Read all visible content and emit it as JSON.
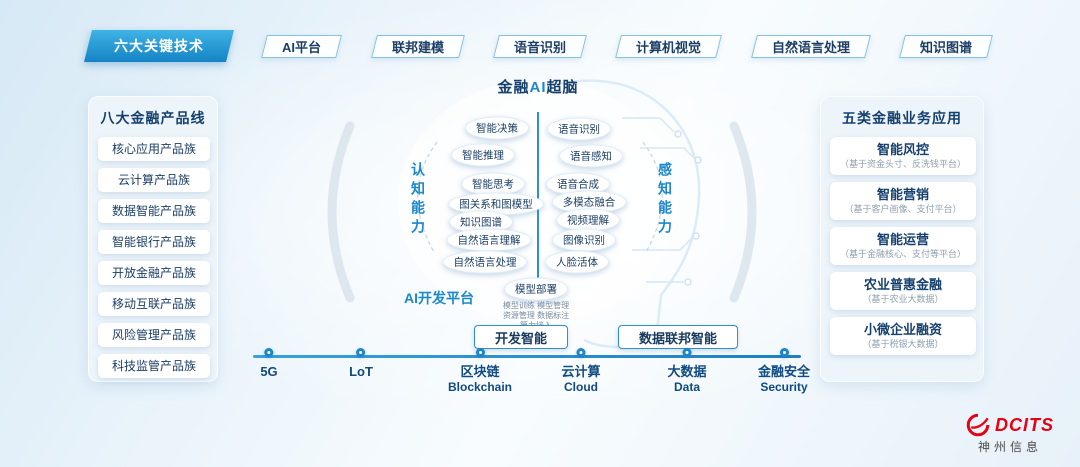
{
  "colors": {
    "accent_blue": "#1c87c9",
    "navy": "#14406e",
    "brand_red": "#e60012"
  },
  "top_bar": {
    "lead_button": "六大关键技术",
    "tabs": [
      "AI平台",
      "联邦建模",
      "语音识别",
      "计算机视觉",
      "自然语言处理",
      "知识图谱"
    ]
  },
  "left_panel": {
    "title": "八大金融产品线",
    "items": [
      "核心应用产品族",
      "云计算产品族",
      "数据智能产品族",
      "智能银行产品族",
      "开放金融产品族",
      "移动互联产品族",
      "风险管理产品族",
      "科技监管产品族"
    ]
  },
  "right_panel": {
    "title": "五类金融业务应用",
    "items": [
      {
        "title": "智能风控",
        "subtitle": "（基于资金头寸、反洗钱平台）"
      },
      {
        "title": "智能营销",
        "subtitle": "（基于客户画像、支付平台）"
      },
      {
        "title": "智能运营",
        "subtitle": "（基于金融核心、支付等平台）"
      },
      {
        "title": "农业普惠金融",
        "subtitle": "（基于农业大数据）"
      },
      {
        "title": "小微企业融资",
        "subtitle": "（基于税银大数据）"
      }
    ]
  },
  "center": {
    "title_pre": "金融",
    "title_mid": "AI",
    "title_post": "超脑",
    "left_label": "认知能力",
    "right_label": "感知能力",
    "left_bubbles": [
      "智能决策",
      "智能推理",
      "智能思考",
      "图关系和图模型",
      "知识图谱",
      "自然语言理解",
      "自然语言处理"
    ],
    "right_bubbles": [
      "语音识别",
      "语音感知",
      "语音合成",
      "多模态融合",
      "视频理解",
      "图像识别",
      "人脸活体"
    ],
    "platform_label": "AI开发平台",
    "deploy_bubble": "模型部署",
    "deploy_details": [
      "模型训练  模型管理",
      "资源管理  数据标注",
      "算力接入"
    ],
    "buttons": [
      "开发智能",
      "数据联邦智能"
    ]
  },
  "timeline": {
    "items": [
      {
        "zh": "5G",
        "en": ""
      },
      {
        "zh": "LoT",
        "en": ""
      },
      {
        "zh": "区块链",
        "en": "Blockchain"
      },
      {
        "zh": "云计算",
        "en": "Cloud"
      },
      {
        "zh": "大数据",
        "en": "Data"
      },
      {
        "zh": "金融安全",
        "en": "Security"
      }
    ]
  },
  "logo": {
    "name": "DCITS",
    "company": "神州信息"
  }
}
